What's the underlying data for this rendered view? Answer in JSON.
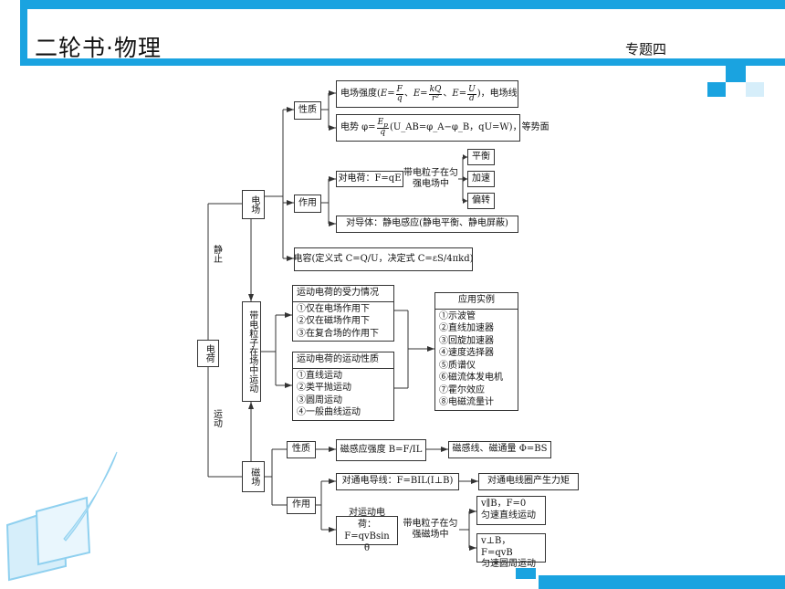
{
  "header": {
    "title": "二轮书·物理",
    "topic": "专题四"
  },
  "colors": {
    "accent": "#1aa3e0",
    "light": "#d6eefa"
  },
  "nodes": {
    "root": "电荷",
    "static_label": "静止",
    "motion_label": "运动",
    "electric_field": "电场",
    "particle_in_field": "带电粒子在场中运动",
    "magnetic_field": "磁场",
    "nature": "性质",
    "effect": "作用",
    "field_strength_prefix": "电场强度(",
    "field_strength_suffix": ")，电场线",
    "potential_prefix": "电势 φ=",
    "potential_suffix": "(U_AB=φ_A−φ_B，qU=W)，等势面",
    "force_on_charge": "对电荷：F=qE",
    "charged_particle_in_uniform_e": "带电粒子在匀强电场中",
    "balance": "平衡",
    "accelerate": "加速",
    "deflect": "偏转",
    "on_conductor": "对导体：静电感应(静电平衡、静电屏蔽)",
    "capacitance": "电容(定义式 C=Q/U，决定式 C=εS/4πkd)",
    "force_cases_title": "运动电荷的受力情况",
    "force_cases": [
      "①仅在电场作用下",
      "②仅在磁场作用下",
      "③在复合场的作用下"
    ],
    "motion_nature_title": "运动电荷的运动性质",
    "motion_natures": [
      "①直线运动",
      "②类平抛运动",
      "③圆周运动",
      "④一般曲线运动"
    ],
    "apps_title": "应用实例",
    "apps": [
      "①示波管",
      "②直线加速器",
      "③回旋加速器",
      "④速度选择器",
      "⑤质谱仪",
      "⑥磁流体发电机",
      "⑦霍尔效应",
      "⑧电磁流量计"
    ],
    "magnetic_induction": "磁感应强度 B=F/IL",
    "flux": "磁感线、磁通量 Φ=BS",
    "on_wire": "对通电导线：F=BIL(I⊥B)",
    "torque": "对通电线圈产生力矩",
    "on_moving_charge": "对运动电荷：F=qvBsin θ",
    "charged_particle_in_uniform_b": "带电粒子在匀强磁场中",
    "parallel_case": "v∥B，F=0",
    "uniform_line": "匀速直线运动",
    "perp_case": "v⊥B，F=qvB",
    "uniform_circle": "匀速圆周运动"
  }
}
